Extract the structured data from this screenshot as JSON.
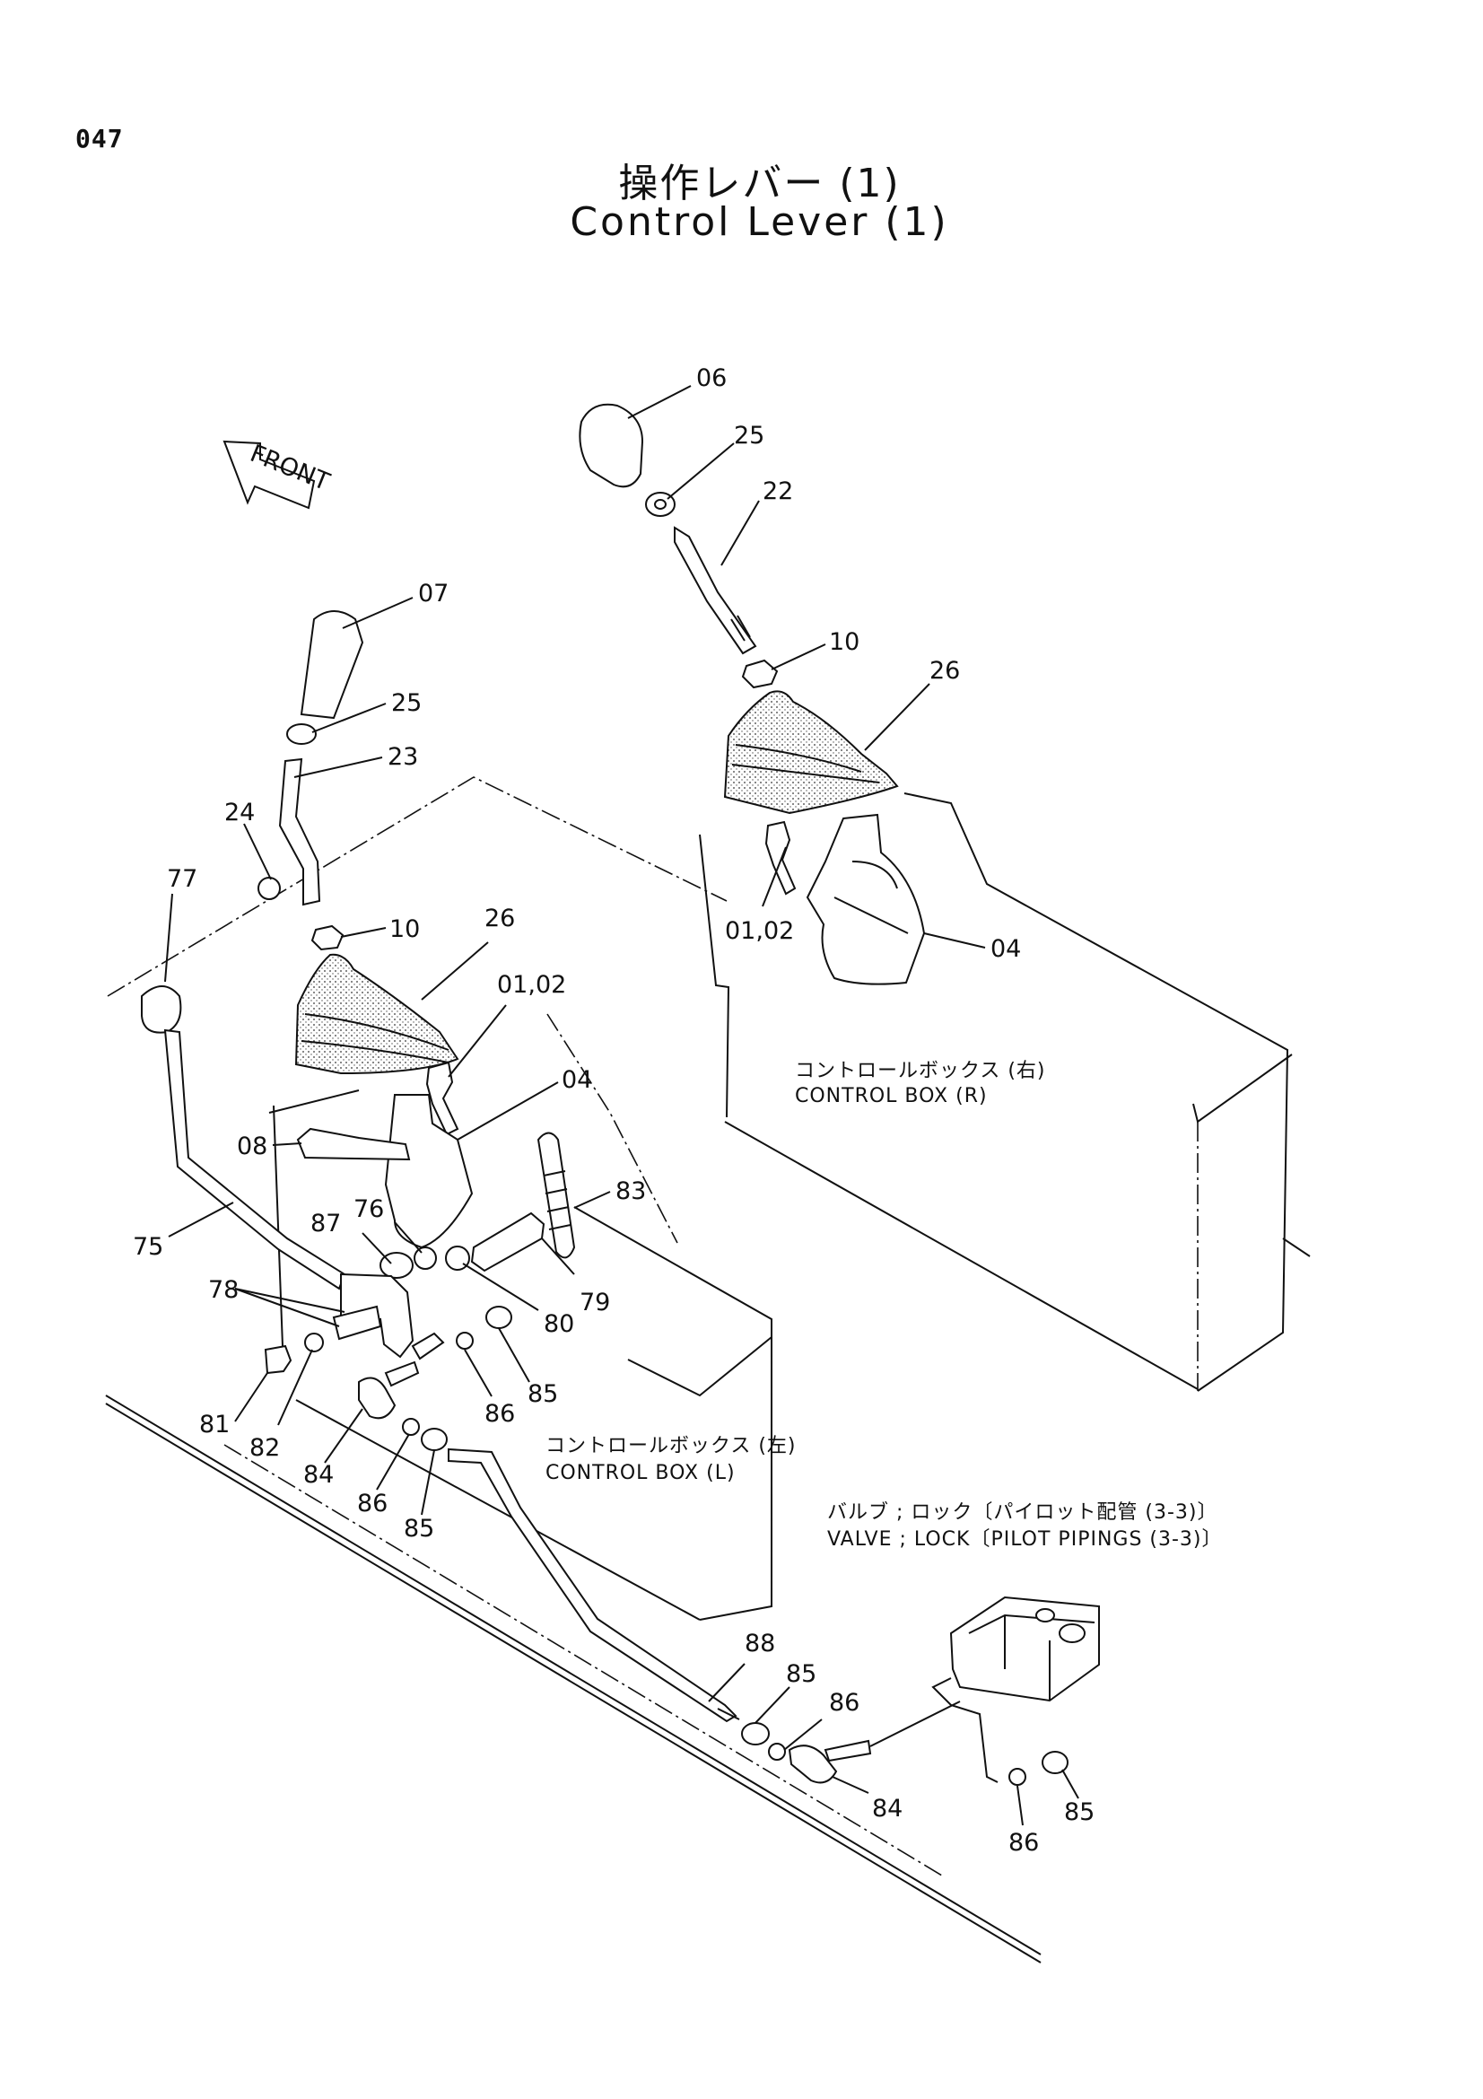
{
  "page_number": "047",
  "title_jp": "操作レバー (1)",
  "title_en": "Control Lever (1)",
  "front_label": "FRONT",
  "notes": {
    "control_box_r_jp": "コントロールボックス (右)",
    "control_box_r_en": "CONTROL  BOX (R)",
    "control_box_l_jp": "コントロールボックス (左)",
    "control_box_l_en": "CONTROL  BOX (L)",
    "valve_jp": "バルブ ; ロック〔パイロット配管 (3-3)〕",
    "valve_en": "VALVE ; LOCK〔PILOT  PIPINGS (3-3)〕"
  },
  "labels": {
    "l06": "06",
    "l25r": "25",
    "l22": "22",
    "l10r": "10",
    "l26r": "26",
    "l0102r": "01,02",
    "l04r": "04",
    "l07": "07",
    "l25l": "25",
    "l23": "23",
    "l24": "24",
    "l77": "77",
    "l10l": "10",
    "l26l": "26",
    "l0102l": "01,02",
    "l04l": "04",
    "l08": "08",
    "l83": "83",
    "l76": "76",
    "l87": "87",
    "l75": "75",
    "l78": "78",
    "l80": "80",
    "l79": "79",
    "l81": "81",
    "l82": "82",
    "l84a": "84",
    "l86a": "86",
    "l85a": "85",
    "l86b": "86",
    "l85b": "85",
    "l88": "88",
    "l85c": "85",
    "l86c": "86",
    "l84b": "84",
    "l86d": "86",
    "l85d": "85"
  }
}
